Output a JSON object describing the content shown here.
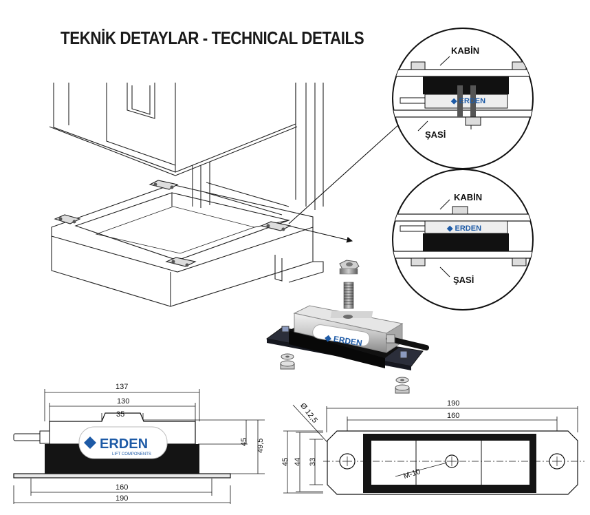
{
  "title": "TEKNİK DETAYLAR - TECHNICAL DETAILS",
  "detail_top": {
    "cabin_label": "KABİN",
    "chassis_label": "ŞASİ"
  },
  "detail_bottom": {
    "cabin_label": "KABİN",
    "chassis_label": "ŞASİ"
  },
  "brand": {
    "name": "ERDEN",
    "tagline": "LIFT COMPONENTS",
    "color": "#1d5aa6"
  },
  "side_view_dims": {
    "overall_top": "137",
    "inner_top": "130",
    "slot": "35",
    "height_45": "45",
    "height_49_5": "49,5",
    "base_160": "160",
    "base_190": "190"
  },
  "plan_view_dims": {
    "hole_dia": "Ø 12,5",
    "overall": "190",
    "hole_spacing": "160",
    "width_45": "45",
    "width_44": "44",
    "width_33": "33",
    "thread": "M-10"
  }
}
